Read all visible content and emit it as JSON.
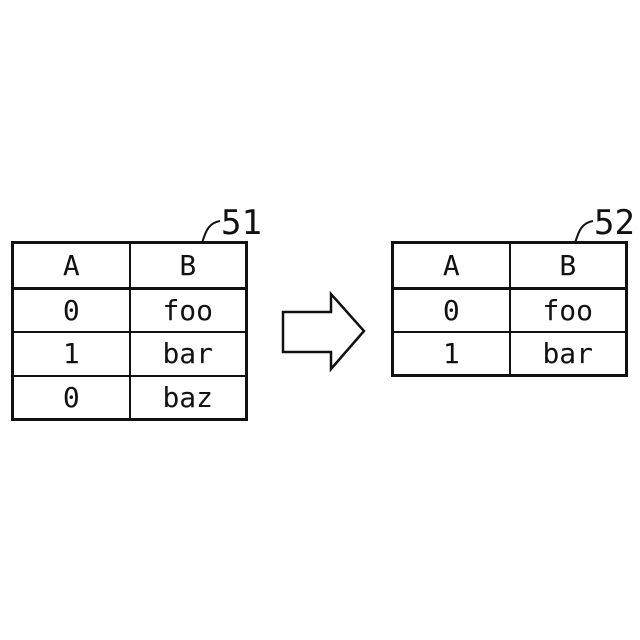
{
  "figure": {
    "background_color": "#ffffff",
    "ink_color": "#111111",
    "description_icons": {
      "arrow": "right-block-arrow-icon"
    }
  },
  "left_table": {
    "label": "51",
    "headers": [
      "A",
      "B"
    ],
    "rows": [
      [
        "0",
        "foo"
      ],
      [
        "1",
        "bar"
      ],
      [
        "0",
        "baz"
      ]
    ]
  },
  "right_table": {
    "label": "52",
    "headers": [
      "A",
      "B"
    ],
    "rows": [
      [
        "0",
        "foo"
      ],
      [
        "1",
        "bar"
      ]
    ]
  }
}
